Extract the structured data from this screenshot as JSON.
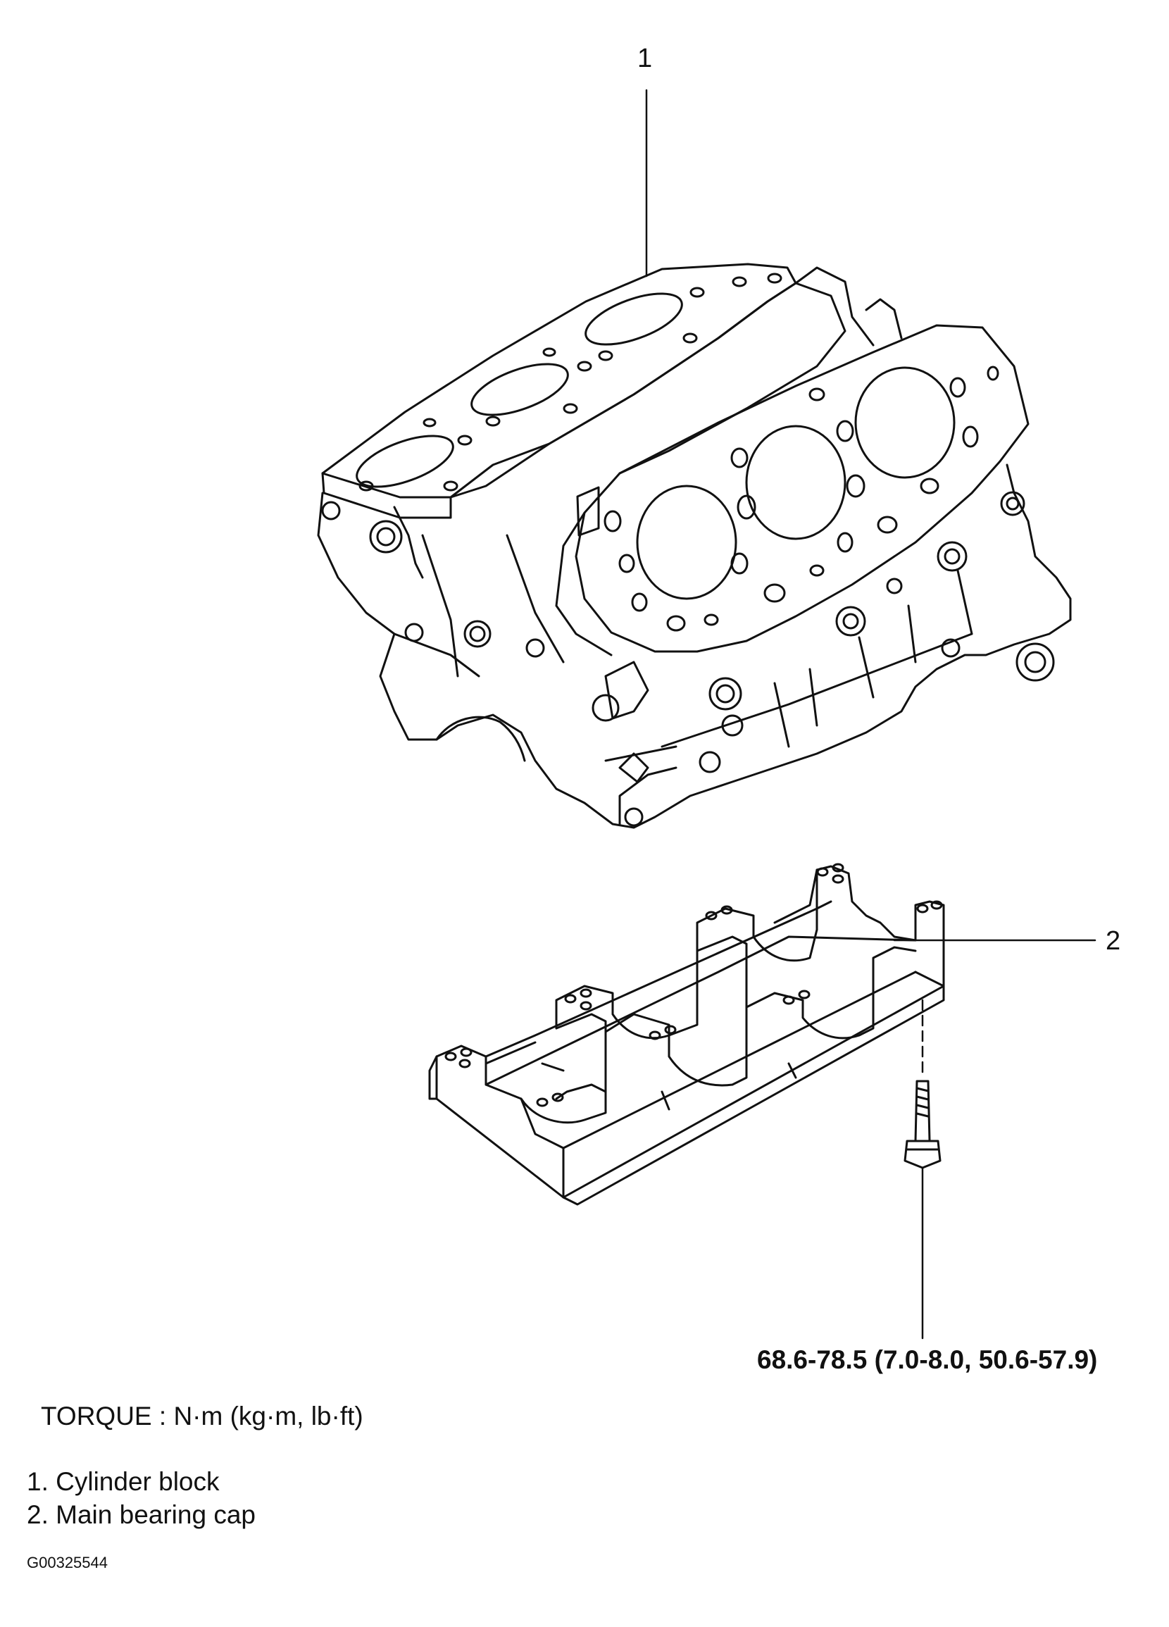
{
  "callouts": {
    "one": "1",
    "two": "2"
  },
  "torque": {
    "units_label": "TORQUE : N·m (kg·m, lb·ft)",
    "bolt_spec": "68.6-78.5 (7.0-8.0, 50.6-57.9)"
  },
  "legend": [
    {
      "label": "1. Cylinder block"
    },
    {
      "label": "2. Main bearing cap"
    }
  ],
  "figure_id": "G00325544",
  "colors": {
    "line": "#111111",
    "background": "#ffffff"
  }
}
